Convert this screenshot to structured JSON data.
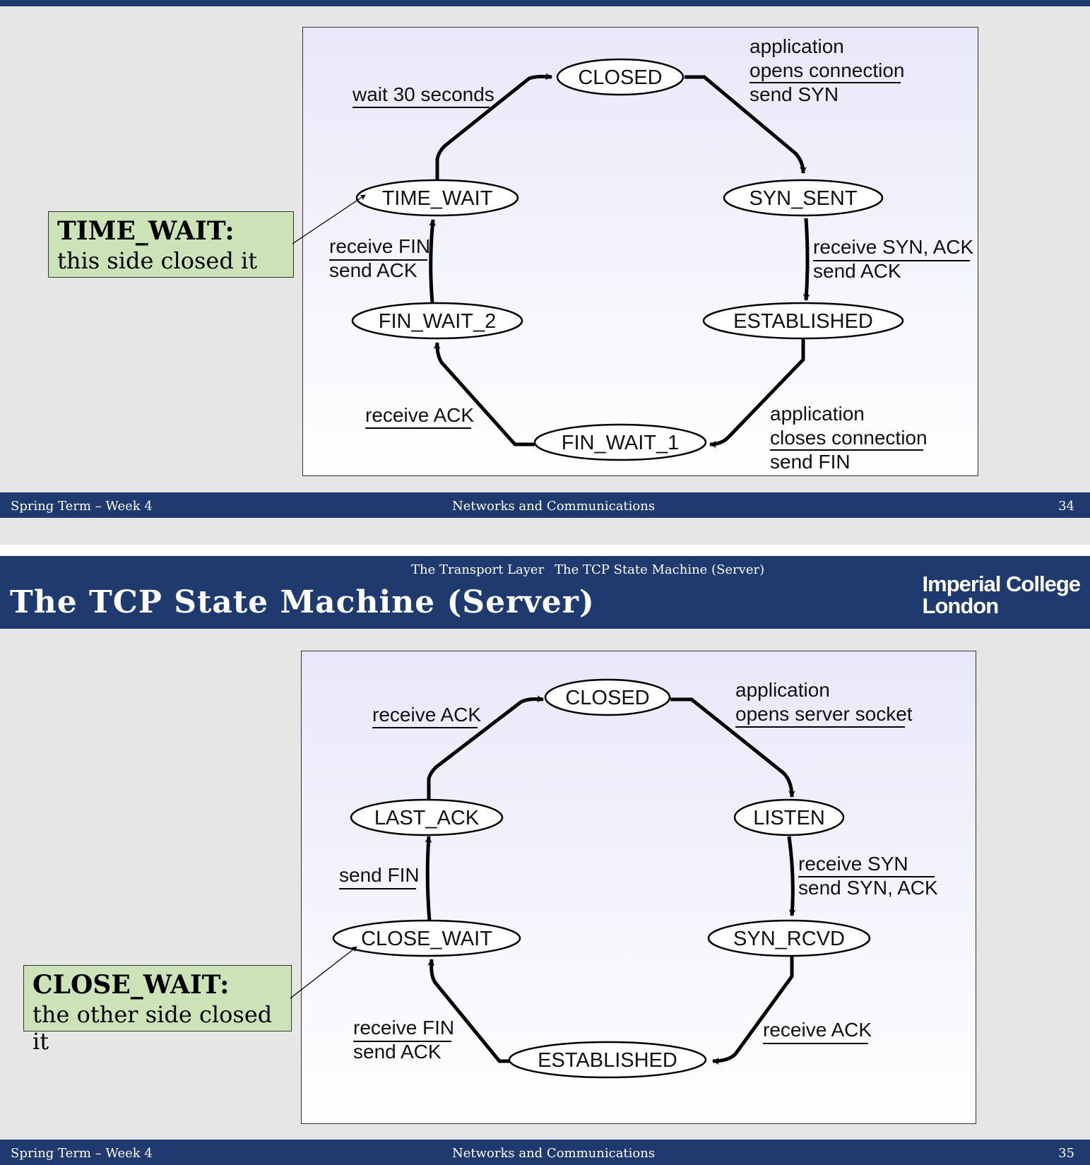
{
  "slide1": {
    "callout": {
      "heading": "TIME_WAIT:",
      "body": "this side closed it"
    },
    "states": {
      "closed": "CLOSED",
      "syn_sent": "SYN_SENT",
      "established": "ESTABLISHED",
      "fin_wait_1": "FIN_WAIT_1",
      "fin_wait_2": "FIN_WAIT_2",
      "time_wait": "TIME_WAIT"
    },
    "transitions": {
      "closed_to_syn_sent": [
        "application",
        "opens connection",
        "send SYN"
      ],
      "syn_sent_to_established": [
        "receive SYN, ACK",
        "send ACK"
      ],
      "established_to_fin_wait_1": [
        "application",
        "closes connection",
        "send FIN"
      ],
      "fin_wait_1_to_fin_wait_2": [
        "receive ACK"
      ],
      "fin_wait_2_to_time_wait": [
        "receive FIN",
        "send ACK"
      ],
      "time_wait_to_closed": [
        "wait 30 seconds"
      ]
    },
    "footer": {
      "left": "Spring Term – Week 4",
      "center": "Networks and Communications",
      "page": "34"
    }
  },
  "slide2": {
    "breadcrumb": {
      "section": "The Transport Layer",
      "subsection": "The TCP State Machine (Server)"
    },
    "title": "The TCP State Machine (Server)",
    "logo": {
      "line1": "Imperial College",
      "line2": "London"
    },
    "callout": {
      "heading": "CLOSE_WAIT:",
      "body": "the other side closed it"
    },
    "states": {
      "closed": "CLOSED",
      "listen": "LISTEN",
      "syn_rcvd": "SYN_RCVD",
      "established": "ESTABLISHED",
      "close_wait": "CLOSE_WAIT",
      "last_ack": "LAST_ACK"
    },
    "transitions": {
      "closed_to_listen": [
        "application",
        "opens server socket"
      ],
      "listen_to_syn_rcvd": [
        "receive SYN",
        "send SYN, ACK"
      ],
      "syn_rcvd_to_established": [
        "receive ACK"
      ],
      "established_to_close_wait": [
        "receive FIN",
        "send ACK"
      ],
      "close_wait_to_last_ack": [
        "send FIN"
      ],
      "last_ack_to_closed": [
        "receive ACK"
      ]
    },
    "footer": {
      "left": "Spring Term – Week 4",
      "center": "Networks and Communications",
      "page": "35"
    }
  },
  "colors": {
    "bar": "#1f3a6e",
    "callout": "#cce3b8",
    "background": "#e6e6e6"
  }
}
